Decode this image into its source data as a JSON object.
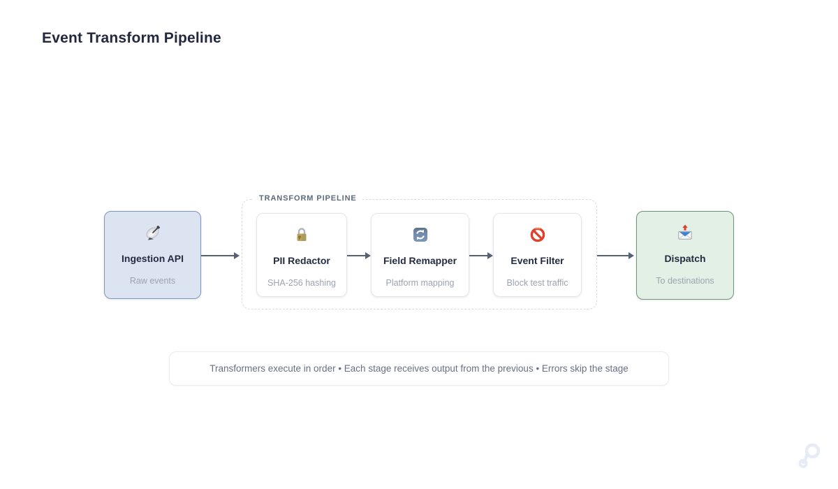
{
  "page": {
    "title": "Event Transform Pipeline"
  },
  "pipeline": {
    "group_label": "TRANSFORM PIPELINE",
    "nodes": [
      {
        "title": "Ingestion API",
        "subtitle": "Raw events",
        "icon": "satellite-antenna-icon",
        "role": "source",
        "bg": "#dde4f1",
        "border": "#7e93bd"
      },
      {
        "title": "PII Redactor",
        "subtitle": "SHA-256 hashing",
        "icon": "lock-icon",
        "role": "transformer",
        "bg": "#ffffff",
        "border": "#e5e7ec"
      },
      {
        "title": "Field Remapper",
        "subtitle": "Platform mapping",
        "icon": "sync-arrows-icon",
        "role": "transformer",
        "bg": "#ffffff",
        "border": "#e5e7ec"
      },
      {
        "title": "Event Filter",
        "subtitle": "Block test traffic",
        "icon": "prohibited-icon",
        "role": "transformer",
        "bg": "#ffffff",
        "border": "#e5e7ec"
      },
      {
        "title": "Dispatch",
        "subtitle": "To destinations",
        "icon": "envelope-arrow-icon",
        "role": "sink",
        "bg": "#e3f0e6",
        "border": "#6d9378"
      }
    ],
    "arrow_color": "#566173"
  },
  "footer": {
    "note": "Transformers execute in order • Each stage receives output from the previous • Errors skip the stage"
  }
}
